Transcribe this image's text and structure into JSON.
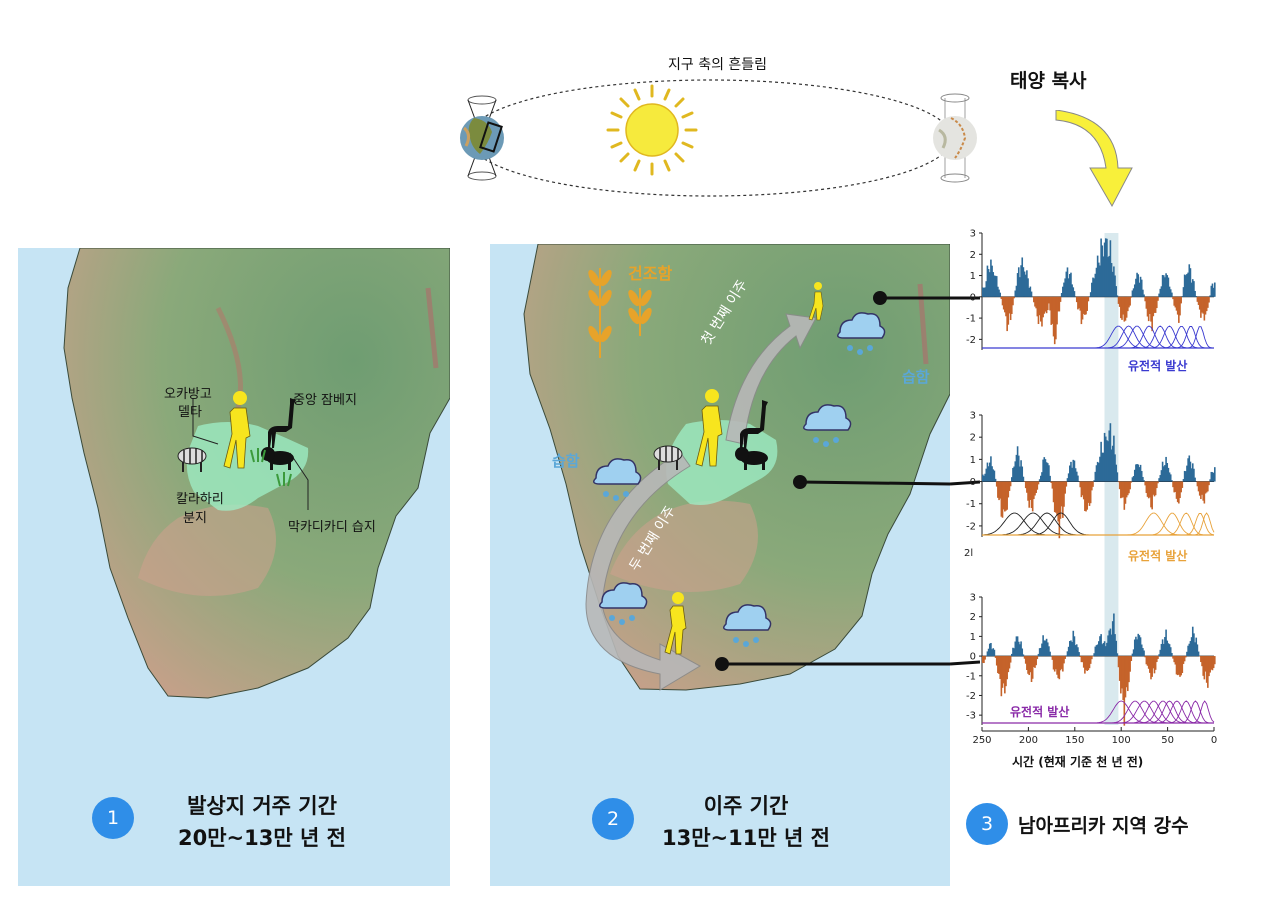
{
  "top": {
    "wobble_label": "지구 축의 흔들림",
    "solar_label": "태양 복사"
  },
  "panel1": {
    "badge": "1",
    "title_line1": "발상지 거주 기간",
    "title_line2": "20만~13만 년 전",
    "labels": {
      "okavango_1": "오카방고",
      "okavango_2": "델타",
      "zambezi": "중앙 잠베지",
      "kalahari_1": "칼라하리",
      "kalahari_2": "분지",
      "makgadikgadi": "막카디카디 습지"
    }
  },
  "panel2": {
    "badge": "2",
    "title_line1": "이주 기간",
    "title_line2": "13만~11만 년 전",
    "labels": {
      "dry": "건조함",
      "wet_east": "습함",
      "wet_west": "습함",
      "first_migration": "첫 번째 이주",
      "second_migration": "두 번째 이주"
    }
  },
  "panel3": {
    "badge": "3",
    "title": "남아프리카 지역 강수",
    "xlabel": "시간 (현재 기준 천 년 전)",
    "stray_label": "2l"
  },
  "colors": {
    "positive": "#2d6a98",
    "negative": "#c5632a",
    "blue_dispersal": "#3a3ad0",
    "orange_dispersal": "#e8a23a",
    "purple_dispersal": "#8a2aa8",
    "badge": "#2f8ee8",
    "highlight": "#d9e9ee"
  },
  "chart_data": [
    {
      "type": "bar",
      "name": "north",
      "x_range": [
        250,
        0
      ],
      "ylim": [
        -2.5,
        3
      ],
      "yticks": [
        3,
        2,
        1,
        0,
        -1,
        -2
      ],
      "xticks": [
        250,
        200,
        150,
        100,
        50,
        0
      ],
      "highlight": [
        118,
        103
      ],
      "dispersal_label": "유전적 발산",
      "dispersal_color": "#3a3ad0",
      "anomaly": [
        {
          "x": 248,
          "y": 0.4
        },
        {
          "x": 243,
          "y": 1.6
        },
        {
          "x": 238,
          "y": 1.2
        },
        {
          "x": 233,
          "y": 0.5
        },
        {
          "x": 228,
          "y": -0.5
        },
        {
          "x": 223,
          "y": -1.4
        },
        {
          "x": 218,
          "y": -0.6
        },
        {
          "x": 213,
          "y": 0.9
        },
        {
          "x": 208,
          "y": 1.6
        },
        {
          "x": 203,
          "y": 1.1
        },
        {
          "x": 198,
          "y": 0.3
        },
        {
          "x": 193,
          "y": -0.6
        },
        {
          "x": 188,
          "y": -1.3
        },
        {
          "x": 183,
          "y": -0.8
        },
        {
          "x": 178,
          "y": -0.4
        },
        {
          "x": 173,
          "y": -2.3
        },
        {
          "x": 168,
          "y": -0.7
        },
        {
          "x": 163,
          "y": 0.7
        },
        {
          "x": 158,
          "y": 1.3
        },
        {
          "x": 153,
          "y": 0.6
        },
        {
          "x": 148,
          "y": -0.4
        },
        {
          "x": 143,
          "y": -1.1
        },
        {
          "x": 138,
          "y": -0.7
        },
        {
          "x": 133,
          "y": 0.5
        },
        {
          "x": 128,
          "y": 1.3
        },
        {
          "x": 123,
          "y": 2.1
        },
        {
          "x": 118,
          "y": 2.6
        },
        {
          "x": 113,
          "y": 2.1
        },
        {
          "x": 108,
          "y": 1.1
        },
        {
          "x": 103,
          "y": -0.6
        },
        {
          "x": 98,
          "y": -1.2
        },
        {
          "x": 93,
          "y": -0.7
        },
        {
          "x": 88,
          "y": 0.4
        },
        {
          "x": 83,
          "y": 1.1
        },
        {
          "x": 78,
          "y": 0.6
        },
        {
          "x": 73,
          "y": -0.8
        },
        {
          "x": 68,
          "y": -1.3
        },
        {
          "x": 63,
          "y": -0.6
        },
        {
          "x": 58,
          "y": 0.6
        },
        {
          "x": 53,
          "y": 1.2
        },
        {
          "x": 48,
          "y": 0.5
        },
        {
          "x": 43,
          "y": -0.5
        },
        {
          "x": 38,
          "y": -1.1
        },
        {
          "x": 33,
          "y": 0.8
        },
        {
          "x": 28,
          "y": 1.4
        },
        {
          "x": 23,
          "y": 0.7
        },
        {
          "x": 18,
          "y": -0.4
        },
        {
          "x": 13,
          "y": -1.0
        },
        {
          "x": 8,
          "y": -0.7
        },
        {
          "x": 3,
          "y": 0.6
        }
      ],
      "dispersal_curves": [
        {
          "center": 103,
          "width": 20
        },
        {
          "center": 92,
          "width": 18
        },
        {
          "center": 83,
          "width": 18
        },
        {
          "center": 70,
          "width": 16
        },
        {
          "center": 58,
          "width": 15
        },
        {
          "center": 48,
          "width": 15
        },
        {
          "center": 35,
          "width": 14
        },
        {
          "center": 25,
          "width": 12
        },
        {
          "center": 15,
          "width": 10
        }
      ]
    },
    {
      "type": "bar",
      "name": "central",
      "x_range": [
        250,
        0
      ],
      "ylim": [
        -2.5,
        3
      ],
      "yticks": [
        3,
        2,
        1,
        0,
        -1,
        -2
      ],
      "xticks": [
        250,
        200,
        150,
        100,
        50,
        0
      ],
      "highlight": [
        118,
        103
      ],
      "dispersal_label": "유전적 발산",
      "dispersal_color": "#e8a23a",
      "anomaly": [
        {
          "x": 248,
          "y": 0.3
        },
        {
          "x": 243,
          "y": 1.0
        },
        {
          "x": 238,
          "y": 0.6
        },
        {
          "x": 233,
          "y": -0.8
        },
        {
          "x": 228,
          "y": -1.6
        },
        {
          "x": 223,
          "y": -1.0
        },
        {
          "x": 218,
          "y": 0.4
        },
        {
          "x": 213,
          "y": 1.4
        },
        {
          "x": 208,
          "y": 0.7
        },
        {
          "x": 203,
          "y": -0.5
        },
        {
          "x": 198,
          "y": -1.3
        },
        {
          "x": 193,
          "y": -0.6
        },
        {
          "x": 188,
          "y": 0.2
        },
        {
          "x": 183,
          "y": 1.2
        },
        {
          "x": 178,
          "y": 0.5
        },
        {
          "x": 173,
          "y": -1.1
        },
        {
          "x": 168,
          "y": -2.1
        },
        {
          "x": 163,
          "y": -1.2
        },
        {
          "x": 158,
          "y": 0.4
        },
        {
          "x": 153,
          "y": 1.0
        },
        {
          "x": 148,
          "y": 0.4
        },
        {
          "x": 143,
          "y": -0.7
        },
        {
          "x": 138,
          "y": -1.4
        },
        {
          "x": 133,
          "y": -0.7
        },
        {
          "x": 128,
          "y": 0.6
        },
        {
          "x": 123,
          "y": 1.3
        },
        {
          "x": 118,
          "y": 1.9
        },
        {
          "x": 113,
          "y": 2.2
        },
        {
          "x": 108,
          "y": 1.5
        },
        {
          "x": 103,
          "y": -0.3
        },
        {
          "x": 98,
          "y": -1.1
        },
        {
          "x": 93,
          "y": -0.6
        },
        {
          "x": 88,
          "y": 0.3
        },
        {
          "x": 83,
          "y": 0.9
        },
        {
          "x": 78,
          "y": 0.4
        },
        {
          "x": 73,
          "y": -0.6
        },
        {
          "x": 68,
          "y": -1.1
        },
        {
          "x": 63,
          "y": -0.4
        },
        {
          "x": 58,
          "y": 0.5
        },
        {
          "x": 53,
          "y": 1.0
        },
        {
          "x": 48,
          "y": 0.4
        },
        {
          "x": 43,
          "y": -0.6
        },
        {
          "x": 38,
          "y": -1.0
        },
        {
          "x": 33,
          "y": 0.3
        },
        {
          "x": 28,
          "y": 1.1
        },
        {
          "x": 23,
          "y": 0.6
        },
        {
          "x": 18,
          "y": -0.4
        },
        {
          "x": 13,
          "y": -0.9
        },
        {
          "x": 8,
          "y": -0.5
        },
        {
          "x": 3,
          "y": 0.5
        }
      ],
      "dispersal_curves_black": [
        {
          "center": 215,
          "width": 28
        },
        {
          "center": 195,
          "width": 28
        },
        {
          "center": 180,
          "width": 26
        },
        {
          "center": 165,
          "width": 24
        }
      ],
      "dispersal_curves": [
        {
          "center": 65,
          "width": 22
        },
        {
          "center": 45,
          "width": 18
        },
        {
          "center": 30,
          "width": 15
        },
        {
          "center": 15,
          "width": 12
        },
        {
          "center": 8,
          "width": 10
        }
      ]
    },
    {
      "type": "bar",
      "name": "south",
      "x_range": [
        250,
        0
      ],
      "ylim": [
        -3.5,
        3
      ],
      "yticks": [
        3,
        2,
        1,
        0,
        -1,
        -2,
        -3
      ],
      "xticks": [
        250,
        200,
        150,
        100,
        50,
        0
      ],
      "highlight": [
        118,
        103
      ],
      "dispersal_label": "유전적 발산",
      "dispersal_color": "#8a2aa8",
      "anomaly": [
        {
          "x": 248,
          "y": -0.3
        },
        {
          "x": 243,
          "y": 0.6
        },
        {
          "x": 238,
          "y": 0.4
        },
        {
          "x": 233,
          "y": -1.0
        },
        {
          "x": 228,
          "y": -1.9
        },
        {
          "x": 223,
          "y": -1.1
        },
        {
          "x": 218,
          "y": 0.3
        },
        {
          "x": 213,
          "y": 1.0
        },
        {
          "x": 208,
          "y": 0.5
        },
        {
          "x": 203,
          "y": -0.6
        },
        {
          "x": 198,
          "y": -1.2
        },
        {
          "x": 193,
          "y": -0.5
        },
        {
          "x": 188,
          "y": 0.5
        },
        {
          "x": 183,
          "y": 1.0
        },
        {
          "x": 178,
          "y": 0.4
        },
        {
          "x": 173,
          "y": -0.7
        },
        {
          "x": 168,
          "y": -1.1
        },
        {
          "x": 163,
          "y": -0.5
        },
        {
          "x": 158,
          "y": 0.4
        },
        {
          "x": 153,
          "y": 1.1
        },
        {
          "x": 148,
          "y": 0.5
        },
        {
          "x": 143,
          "y": -0.4
        },
        {
          "x": 138,
          "y": -0.9
        },
        {
          "x": 133,
          "y": -0.3
        },
        {
          "x": 128,
          "y": 0.5
        },
        {
          "x": 123,
          "y": 1.0
        },
        {
          "x": 118,
          "y": 0.5
        },
        {
          "x": 113,
          "y": 1.3
        },
        {
          "x": 108,
          "y": 1.8
        },
        {
          "x": 103,
          "y": -1.0
        },
        {
          "x": 98,
          "y": -2.8
        },
        {
          "x": 93,
          "y": -1.4
        },
        {
          "x": 88,
          "y": 0.4
        },
        {
          "x": 83,
          "y": 1.2
        },
        {
          "x": 78,
          "y": 0.6
        },
        {
          "x": 73,
          "y": -0.5
        },
        {
          "x": 68,
          "y": -1.1
        },
        {
          "x": 63,
          "y": -0.5
        },
        {
          "x": 58,
          "y": 0.5
        },
        {
          "x": 53,
          "y": 1.1
        },
        {
          "x": 48,
          "y": 0.5
        },
        {
          "x": 43,
          "y": -0.5
        },
        {
          "x": 38,
          "y": -1.2
        },
        {
          "x": 33,
          "y": -0.4
        },
        {
          "x": 28,
          "y": 0.6
        },
        {
          "x": 23,
          "y": 1.3
        },
        {
          "x": 18,
          "y": 0.4
        },
        {
          "x": 13,
          "y": -0.8
        },
        {
          "x": 8,
          "y": -1.4
        },
        {
          "x": 3,
          "y": -0.6
        }
      ],
      "dispersal_curves": [
        {
          "center": 100,
          "width": 22
        },
        {
          "center": 85,
          "width": 20
        },
        {
          "center": 75,
          "width": 20
        },
        {
          "center": 65,
          "width": 18
        },
        {
          "center": 55,
          "width": 18
        },
        {
          "center": 48,
          "width": 16
        },
        {
          "center": 40,
          "width": 16
        },
        {
          "center": 30,
          "width": 14
        },
        {
          "center": 20,
          "width": 12
        },
        {
          "center": 10,
          "width": 10
        }
      ]
    }
  ]
}
